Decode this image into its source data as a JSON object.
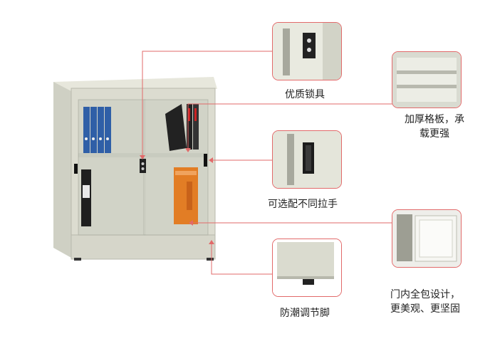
{
  "features": [
    {
      "id": "lock",
      "label": "优质锁具"
    },
    {
      "id": "shelf",
      "label_line1": "加厚格板，承",
      "label_line2": "载更强"
    },
    {
      "id": "handle",
      "label": "可选配不同拉手"
    },
    {
      "id": "door",
      "label_line1": "门内全包设计，",
      "label_line2": "更美观、更坚固"
    },
    {
      "id": "foot",
      "label": "防潮调节脚"
    }
  ],
  "books": {
    "left_top_count": 4,
    "orange_box_color": "#e27d25",
    "binder_color": "#2f5fa7"
  },
  "colors": {
    "cabinet_body": "#dcdcd0",
    "pointer_line": "#e26a6a",
    "callout_border": "#e26a6a"
  }
}
